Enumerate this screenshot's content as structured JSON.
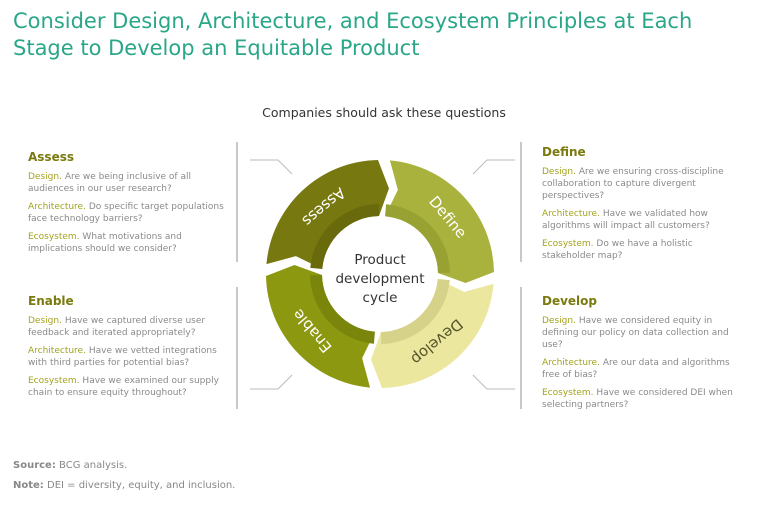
{
  "title": "Consider Design, Architecture, and Ecosystem Principles at Each Stage to Develop an Equitable Product",
  "subtitle": "Companies should ask these questions",
  "center_label": [
    "Product",
    "development",
    "cycle"
  ],
  "stages": [
    {
      "name": "Assess",
      "color": "#787810",
      "band": "#696a0c",
      "text_color": "#ffffff",
      "items": [
        {
          "k": "Design.",
          "t": "Are we being inclusive of all audiences in our user research?"
        },
        {
          "k": "Architecture.",
          "t": "Do specific target populations face technology barriers?"
        },
        {
          "k": "Ecosystem.",
          "t": "What motivations and implications should we consider?"
        }
      ]
    },
    {
      "name": "Define",
      "color": "#a9b23c",
      "band": "#98a233",
      "text_color": "#ffffff",
      "items": [
        {
          "k": "Design.",
          "t": "Are we ensuring cross-discipline collaboration to capture divergent perspectives?"
        },
        {
          "k": "Architecture.",
          "t": "Have we validated how algorithms will impact all customers?"
        },
        {
          "k": "Ecosystem.",
          "t": "Do we have a holistic stakeholder map?"
        }
      ]
    },
    {
      "name": "Develop",
      "color": "#ece79f",
      "band": "#d6d28a",
      "text_color": "#55552a",
      "items": [
        {
          "k": "Design.",
          "t": "Have we considered equity in defining our policy on data collection and use?"
        },
        {
          "k": "Architecture.",
          "t": "Are our data and algorithms free of bias?"
        },
        {
          "k": "Ecosystem.",
          "t": "Have we considered DEI when selecting partners?"
        }
      ]
    },
    {
      "name": "Enable",
      "color": "#8c9810",
      "band": "#7a850c",
      "text_color": "#ffffff",
      "items": [
        {
          "k": "Design.",
          "t": "Have we captured diverse user feedback and iterated appropriately?"
        },
        {
          "k": "Architecture.",
          "t": "Have we vetted integrations with third parties for potential bias?"
        },
        {
          "k": "Ecosystem.",
          "t": "Have we examined our supply chain to ensure equity throughout?"
        }
      ]
    }
  ],
  "footer": {
    "source_label": "Source:",
    "source": "BCG analysis.",
    "note_label": "Note:",
    "note": "DEI = diversity, equity, and inclusion."
  }
}
